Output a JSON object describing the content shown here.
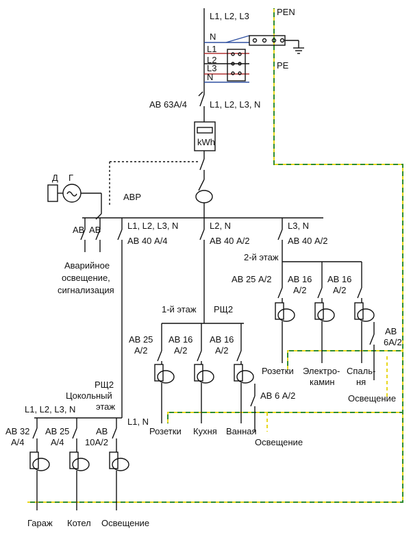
{
  "colors": {
    "line": "#111111",
    "pe_dash_a": "#e8d71e",
    "pe_dash_b": "#2e8b2e",
    "blue_wire": "#2d4fa0",
    "red_wire": "#b03030"
  },
  "top": {
    "phases": "L1, L2, L3",
    "pen": "PEN",
    "n": "N",
    "l1": "L1",
    "l2": "L2",
    "l3": "L3",
    "n2": "N",
    "pe": "PE"
  },
  "main": {
    "breaker": "АВ 63А/4",
    "breaker_phases": "L1, L2, L3, N",
    "meter": "kWh",
    "avr": "АВР",
    "d": "Д",
    "g": "Г"
  },
  "emergency": {
    "ab1": "АВ",
    "ab2": "АВ",
    "label1": "Аварийное",
    "label2": "освещение,",
    "label3": "сигнализация"
  },
  "feeders": {
    "f1_phases": "L1, L2, L3, N",
    "f1_breaker": "АВ 40 А/4",
    "f2_phases": "L2, N",
    "f2_breaker": "АВ 40 А/2",
    "f3_phases": "L3, N",
    "f3_breaker": "АВ 40 А/2"
  },
  "floor2": {
    "title": "2-й этаж",
    "b1": "АВ 25 А/2",
    "b2a": "АВ 16",
    "b2b": "А/2",
    "b3a": "АВ 16",
    "b3b": "А/2",
    "b4a": "АВ",
    "b4b": "6А/2",
    "out1": "Розетки",
    "out2a": "Электро-",
    "out2b": "камин",
    "out3a": "Спаль-",
    "out3b": "ня",
    "out4": "Освещение"
  },
  "floor1": {
    "title": "1-й этаж",
    "panel": "РЩ2",
    "b1a": "АВ 25",
    "b1b": "А/2",
    "b2a": "АВ 16",
    "b2b": "А/2",
    "b3a": "АВ 16",
    "b3b": "А/2",
    "b4": "АВ 6 А/2",
    "out1": "Розетки",
    "out2": "Кухня",
    "out3": "Ванная",
    "out4": "Освещение"
  },
  "basement": {
    "panel": "РЩ2",
    "title1": "Цокольный",
    "title2": "этаж",
    "phases": "L1, L2, L3, N",
    "l1n": "L1, N",
    "b1a": "АВ 32",
    "b1b": "А/4",
    "b2a": "АВ 25",
    "b2b": "А/4",
    "b3a": "АВ",
    "b3b": "10А/2",
    "out1": "Гараж",
    "out2": "Котел",
    "out3": "Освещение"
  }
}
